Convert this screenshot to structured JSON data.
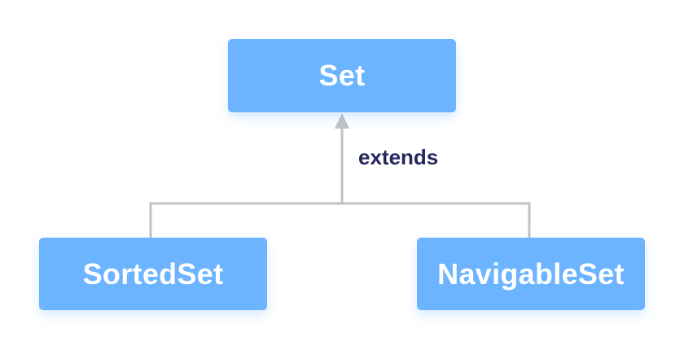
{
  "diagram": {
    "root": {
      "label": "Set"
    },
    "children": [
      {
        "label": "SortedSet"
      },
      {
        "label": "NavigableSet"
      }
    ],
    "relation_label": "extends"
  },
  "colors": {
    "node_fill": "#6cb4ff",
    "node_text": "#ffffff",
    "connector": "#c2c2c2",
    "relation_text": "#25265e"
  }
}
